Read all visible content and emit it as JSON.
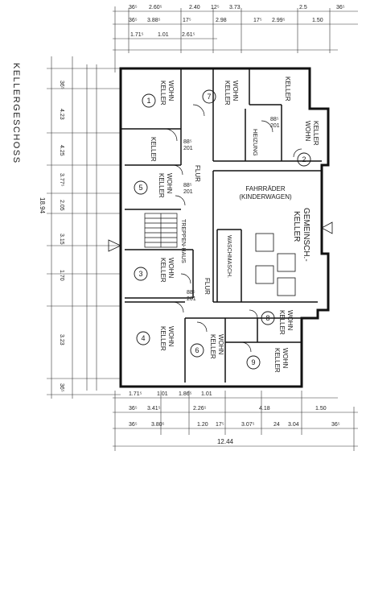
{
  "title": "KELLERGESCHOSS",
  "rooms": [
    {
      "id": "r1",
      "num": "1",
      "l1": "KELLER",
      "l2": "WOHN"
    },
    {
      "id": "r7",
      "num": "7",
      "l1": "KELLER",
      "l2": "WOHN"
    },
    {
      "id": "r2",
      "num": "2",
      "l1": "KELLER",
      "l2": "WOHN"
    },
    {
      "id": "r5",
      "num": "5",
      "l1": "KELLER",
      "l2": "WOHN"
    },
    {
      "id": "r3",
      "num": "3",
      "l1": "KELLER",
      "l2": "WOHN"
    },
    {
      "id": "r4",
      "num": "4",
      "l1": "KELLER",
      "l2": "WOHN"
    },
    {
      "id": "r6",
      "num": "6",
      "l1": "KELLER",
      "l2": "WOHN"
    },
    {
      "id": "r8",
      "num": "8",
      "l1": "KELLER",
      "l2": "WOHN"
    },
    {
      "id": "r9",
      "num": "9",
      "l1": "KELLER",
      "l2": "WOHN"
    }
  ],
  "labels": {
    "keller_small": "KELLER",
    "flur_top": "FLUR",
    "flur_bottom": "FLUR",
    "heizung": "HEIZUNG",
    "fahrraeder": "FAHRRÄDER",
    "kinderwagen": "(KINDERWAGEN)",
    "gemeinsch": "GEMEINSCH.-",
    "gemeinsch_keller": "KELLER",
    "treppenhaus": "TREPPEN-HAUS",
    "waschmaschinen": "WASCHMASCH."
  },
  "dims_top": [
    "36⁵",
    "2.60⁵",
    "2.40",
    "12⁵",
    "3.73",
    "2.5",
    "36⁵"
  ],
  "dims_top2": [
    "36⁵",
    "3.88⁵",
    "17⁵",
    "2.98",
    "17⁵",
    "2.99⁵",
    "1.50"
  ],
  "dims_top3": [
    "1.71⁵",
    "1.01",
    "2.61⁵"
  ],
  "dims_left": [
    "36⁵",
    "4.23",
    "4.25",
    "3.77⁵",
    "2.05",
    "3.15",
    "1.70",
    "3.23",
    "36⁵"
  ],
  "dims_left_total": "18.94",
  "dims_bottom1": [
    "1.71⁵",
    "1.01",
    "1.86⁵",
    "1.01"
  ],
  "dims_bottom2": [
    "36⁵",
    "3.41⁵",
    "2.26⁵",
    "4.18",
    "1.50"
  ],
  "dims_bottom3": [
    "36⁵",
    "3.80⁵",
    "1.20",
    "17⁵",
    "3.07⁵",
    "24",
    "3.04",
    "36⁵"
  ],
  "dims_bottom_total": "12.44",
  "door_notes": [
    "88⁵",
    "201"
  ]
}
